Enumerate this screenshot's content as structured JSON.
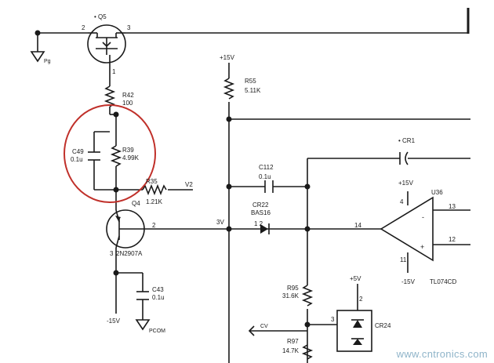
{
  "watermark": "www.cntronics.com",
  "highlight_color": "#c0302a",
  "labels": {
    "q5": "• Q5",
    "q5_pin2": "2",
    "q5_pin3": "3",
    "q5_pin1": "1",
    "pg": "Pg",
    "r42": "R42",
    "r42_val": "100",
    "c49": "C49",
    "c49_val": "0.1u",
    "r39": "R39",
    "r39_val": "4.99K",
    "r35": "R35",
    "r35_val": "1.21K",
    "v2": "V2",
    "q4": "Q4",
    "q4_part": "2N2907A",
    "q4_pin2": "2",
    "q4_pin3": "3",
    "c43": "C43",
    "c43_val": "0.1u",
    "neg15_left": "-15V",
    "pcom": "PCOM",
    "plus15_top": "+15V",
    "r55": "R55",
    "r55_val": "5.11K",
    "cr1": "• CR1",
    "c112": "C112",
    "c112_val": "0.1u",
    "cr22": "CR22",
    "cr22_part": "BAS16",
    "cr22_pins": "1  2",
    "node_3v": "3V",
    "pin14": "14",
    "plus15_opamp": "+15V",
    "u36": "U36",
    "pin4": "4",
    "pin13": "13",
    "pin12": "12",
    "pin11": "11",
    "minus": "-",
    "plus": "+",
    "neg15_opamp": "-15V",
    "opamp_part": "TL074CD",
    "r95": "R95",
    "r95_val": "31.6K",
    "plus5": "+5V",
    "cr24_pin2": "2",
    "cr24_pin3": "3",
    "cr24": "CR24",
    "cv": "CV",
    "r97": "R97",
    "r97_val": "14.7K"
  }
}
